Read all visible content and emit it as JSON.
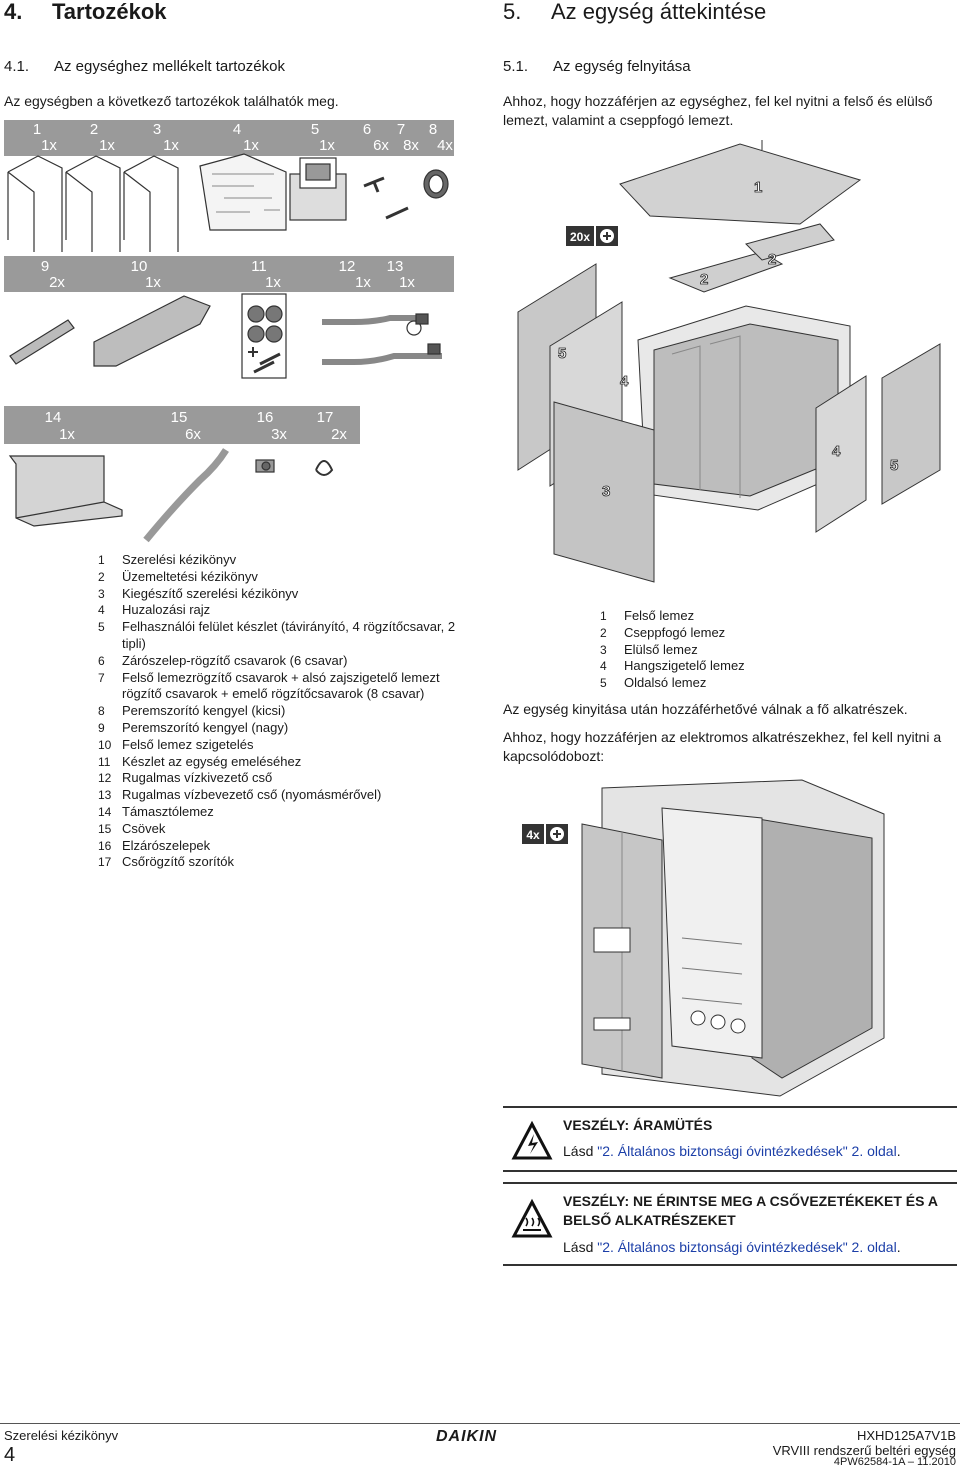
{
  "left": {
    "heading_num": "4.",
    "heading_text": "Tartozékok",
    "sub_num": "4.1.",
    "sub_text": "Az egységhez mellékelt tartozékok",
    "intro": "Az egységben a következő tartozékok találhatók meg.",
    "row1": {
      "numbers": [
        "1",
        "2",
        "3",
        "4",
        "5",
        "6",
        "7",
        "8"
      ],
      "counts": [
        "1x",
        "1x",
        "1x",
        "1x",
        "1x",
        "6x",
        "8x",
        "4x"
      ]
    },
    "row2": {
      "numbers": [
        "9",
        "10",
        "11",
        "12",
        "13"
      ],
      "counts": [
        "2x",
        "1x",
        "1x",
        "1x",
        "1x"
      ]
    },
    "row3": {
      "numbers": [
        "14",
        "15",
        "16",
        "17"
      ],
      "counts": [
        "1x",
        "6x",
        "3x",
        "2x"
      ]
    },
    "legend": [
      {
        "n": "1",
        "t": "Szerelési kézikönyv"
      },
      {
        "n": "2",
        "t": "Üzemeltetési kézikönyv"
      },
      {
        "n": "3",
        "t": "Kiegészítő szerelési kézikönyv"
      },
      {
        "n": "4",
        "t": "Huzalozási rajz"
      },
      {
        "n": "5",
        "t": "Felhasználói felület készlet (távirányító, 4 rögzítőcsavar, 2 tipli)"
      },
      {
        "n": "6",
        "t": "Zárószelep-rögzítő csavarok (6 csavar)"
      },
      {
        "n": "7",
        "t": "Felső lemezrögzítő csavarok + alsó zajszigetelő lemezt rögzítő csavarok + emelő rögzítőcsavarok (8 csavar)"
      },
      {
        "n": "8",
        "t": "Peremszorító kengyel (kicsi)"
      },
      {
        "n": "9",
        "t": "Peremszorító kengyel (nagy)"
      },
      {
        "n": "10",
        "t": "Felső lemez szigetelés"
      },
      {
        "n": "11",
        "t": "Készlet az egység emeléséhez"
      },
      {
        "n": "12",
        "t": "Rugalmas vízkivezető cső"
      },
      {
        "n": "13",
        "t": "Rugalmas vízbevezető cső (nyomásmérővel)"
      },
      {
        "n": "14",
        "t": "Támasztólemez"
      },
      {
        "n": "15",
        "t": "Csövek"
      },
      {
        "n": "16",
        "t": "Elzárószelepek"
      },
      {
        "n": "17",
        "t": "Csőrögzítő szorítók"
      }
    ]
  },
  "right": {
    "heading_num": "5.",
    "heading_text": "Az egység áttekintése",
    "sub_num": "5.1.",
    "sub_text": "Az egység felnyitása",
    "intro": "Ahhoz, hogy hozzáférjen az egységhez, fel kel nyitni a felső és elülső lemezt, valamint a cseppfogó lemezt.",
    "fig1": {
      "screw_badge": "20x",
      "labels": [
        "1",
        "2",
        "2",
        "5",
        "4",
        "4",
        "5",
        "3"
      ]
    },
    "legend": [
      {
        "n": "1",
        "t": "Felső lemez"
      },
      {
        "n": "2",
        "t": "Cseppfogó lemez"
      },
      {
        "n": "3",
        "t": "Elülső lemez"
      },
      {
        "n": "4",
        "t": "Hangszigetelő lemez"
      },
      {
        "n": "5",
        "t": "Oldalsó lemez"
      }
    ],
    "after_text": "Az egység kinyitása után hozzáférhetővé válnak a fő alkatrészek.",
    "access_text": "Ahhoz, hogy hozzáférjen az elektromos alkatrészekhez, fel kell nyitni a kapcsolódobozt:",
    "fig2": {
      "screw_badge": "4x"
    },
    "warn1": {
      "title": "VESZÉLY: ÁRAMÜTÉS",
      "ref_prefix": "Lásd ",
      "ref_link": "\"2. Általános biztonsági óvintézkedések\" 2. oldal",
      "ref_suffix": "."
    },
    "warn2": {
      "title": "VESZÉLY: NE ÉRINTSE MEG A CSŐVEZETÉKEKET ÉS A BELSŐ ALKATRÉSZEKET",
      "ref_prefix": "Lásd ",
      "ref_link": "\"2. Általános biztonsági óvintézkedések\" 2. oldal",
      "ref_suffix": "."
    }
  },
  "footer": {
    "doc": "Szerelési kézikönyv",
    "page": "4",
    "brand": "DAIKIN",
    "model": "HXHD125A7V1B",
    "product": "VRVIII rendszerű beltéri egység",
    "code": "4PW62584-1A – 11.2010"
  }
}
